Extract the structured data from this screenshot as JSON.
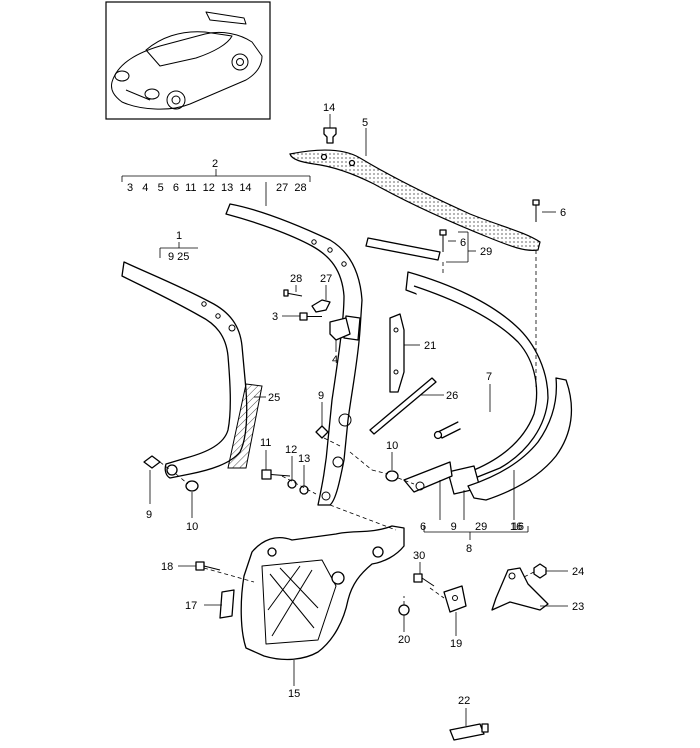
{
  "callouts": {
    "c1": "1",
    "c1_sub": "9  25",
    "c2": "2",
    "c2_sub": "3   4   5   6  11  12  13  14        27  28",
    "c3": "3",
    "c4": "4",
    "c5": "5",
    "c6a": "6",
    "c6b": "6",
    "c6c": "6",
    "c7": "7",
    "c8": "8",
    "c8_sub": "6        9      29        16",
    "c9a": "9",
    "c9b": "9",
    "c10a": "10",
    "c10b": "10",
    "c11": "11",
    "c12": "12",
    "c13": "13",
    "c14": "14",
    "c15": "15",
    "c16": "16",
    "c17": "17",
    "c18": "18",
    "c19": "19",
    "c20": "20",
    "c21": "21",
    "c22": "22",
    "c23": "23",
    "c24": "24",
    "c25": "25",
    "c26": "26",
    "c27": "27",
    "c28": "28",
    "c29": "29",
    "c30": "30"
  }
}
